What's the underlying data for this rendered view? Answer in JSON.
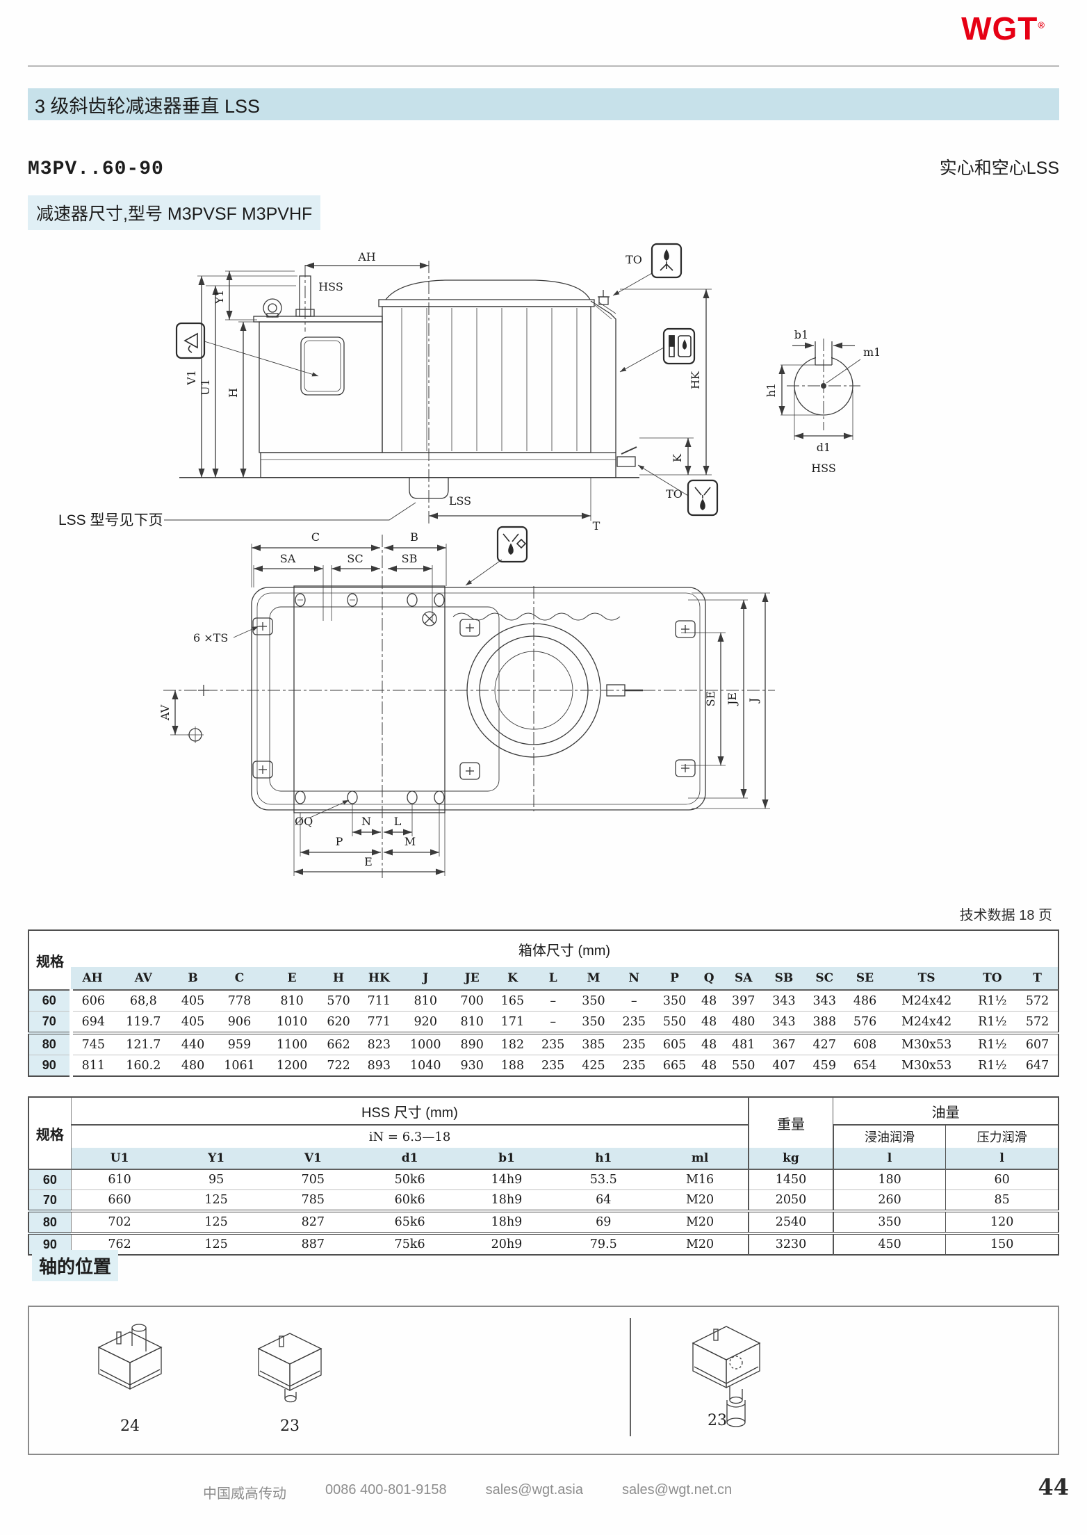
{
  "brand": {
    "logo": "WGT",
    "registered": "®",
    "color": "#e60014"
  },
  "header": {
    "section_title": "3 级斜齿轮减速器垂直 LSS"
  },
  "intro": {
    "model_range": "M3PV..60-90",
    "shaft_note": "实心和空心LSS",
    "subtitle": "减速器尺寸,型号 M3PVSF  M3PVHF"
  },
  "drawing": {
    "note_lss": "LSS 型号见下页",
    "tech_note": "技术数据 18 页",
    "labels": {
      "ah": "AH",
      "hss": "HSS",
      "to": "TO",
      "y1": "Y1",
      "v1": "V1",
      "u1": "U1",
      "h": "H",
      "hk": "HK",
      "k": "K",
      "t": "T",
      "lss": "LSS",
      "c": "C",
      "b": "B",
      "sa": "SA",
      "sc": "SC",
      "sb": "SB",
      "ts": "6 ×TS",
      "av": "AV",
      "se": "SE",
      "je": "JE",
      "j": "J",
      "q": "ØQ",
      "n": "N",
      "l": "L",
      "p": "P",
      "m": "M",
      "e": "E",
      "b1": "b1",
      "m1": "m1",
      "h1": "h1",
      "d1": "d1",
      "hss2": "HSS"
    }
  },
  "box_table": {
    "spec_header": "规格",
    "group_header": "箱体尺寸 (mm)",
    "columns": [
      "AH",
      "AV",
      "B",
      "C",
      "E",
      "H",
      "HK",
      "J",
      "JE",
      "K",
      "L",
      "M",
      "N",
      "P",
      "Q",
      "SA",
      "SB",
      "SC",
      "SE",
      "TS",
      "TO",
      "T"
    ],
    "rows": [
      {
        "spec": "60",
        "values": [
          "606",
          "68,8",
          "405",
          "778",
          "810",
          "570",
          "711",
          "810",
          "700",
          "165",
          "–",
          "350",
          "–",
          "350",
          "48",
          "397",
          "343",
          "343",
          "486",
          "M24x42",
          "R1½",
          "572"
        ]
      },
      {
        "spec": "70",
        "values": [
          "694",
          "119.7",
          "405",
          "906",
          "1010",
          "620",
          "771",
          "920",
          "810",
          "171",
          "–",
          "350",
          "235",
          "550",
          "48",
          "480",
          "343",
          "388",
          "576",
          "M24x42",
          "R1½",
          "572"
        ]
      },
      {
        "spec": "80",
        "values": [
          "745",
          "121.7",
          "440",
          "959",
          "1100",
          "662",
          "823",
          "1000",
          "890",
          "182",
          "235",
          "385",
          "235",
          "605",
          "48",
          "481",
          "367",
          "427",
          "608",
          "M30x53",
          "R1½",
          "607"
        ]
      },
      {
        "spec": "90",
        "values": [
          "811",
          "160.2",
          "480",
          "1061",
          "1200",
          "722",
          "893",
          "1040",
          "930",
          "188",
          "235",
          "425",
          "235",
          "665",
          "48",
          "550",
          "407",
          "459",
          "654",
          "M30x53",
          "R1½",
          "647"
        ]
      }
    ]
  },
  "hss_table": {
    "spec_header": "规格",
    "group_header": "HSS 尺寸 (mm)",
    "ratio_note": "iN = 6.3—18",
    "weight_header": "重量",
    "oil_header": "油量",
    "oil_columns": [
      "浸油润滑",
      "压力润滑"
    ],
    "header_cells": [
      "U1",
      "Y1",
      "V1",
      "d1",
      "b1",
      "h1",
      "ml",
      "kg",
      "l",
      "l"
    ],
    "rows": [
      {
        "spec": "60",
        "values": [
          "610",
          "95",
          "705",
          "50k6",
          "14h9",
          "53.5",
          "M16",
          "1450",
          "180",
          "60"
        ]
      },
      {
        "spec": "70",
        "values": [
          "660",
          "125",
          "785",
          "60k6",
          "18h9",
          "64",
          "M20",
          "2050",
          "260",
          "85"
        ]
      },
      {
        "spec": "80",
        "values": [
          "702",
          "125",
          "827",
          "65k6",
          "18h9",
          "69",
          "M20",
          "2540",
          "350",
          "120"
        ]
      },
      {
        "spec": "90",
        "values": [
          "762",
          "125",
          "887",
          "75k6",
          "20h9",
          "79.5",
          "M20",
          "3230",
          "450",
          "150"
        ]
      }
    ]
  },
  "shaft_positions": {
    "title": "轴的位置",
    "items": [
      {
        "label": "24"
      },
      {
        "label": "23"
      },
      {
        "label": "23"
      }
    ]
  },
  "footer": {
    "company": "中国威高传动",
    "phone": "0086  400-801-9158",
    "email1": "sales@wgt.asia",
    "email2": "sales@wgt.net.cn",
    "page": "44"
  }
}
